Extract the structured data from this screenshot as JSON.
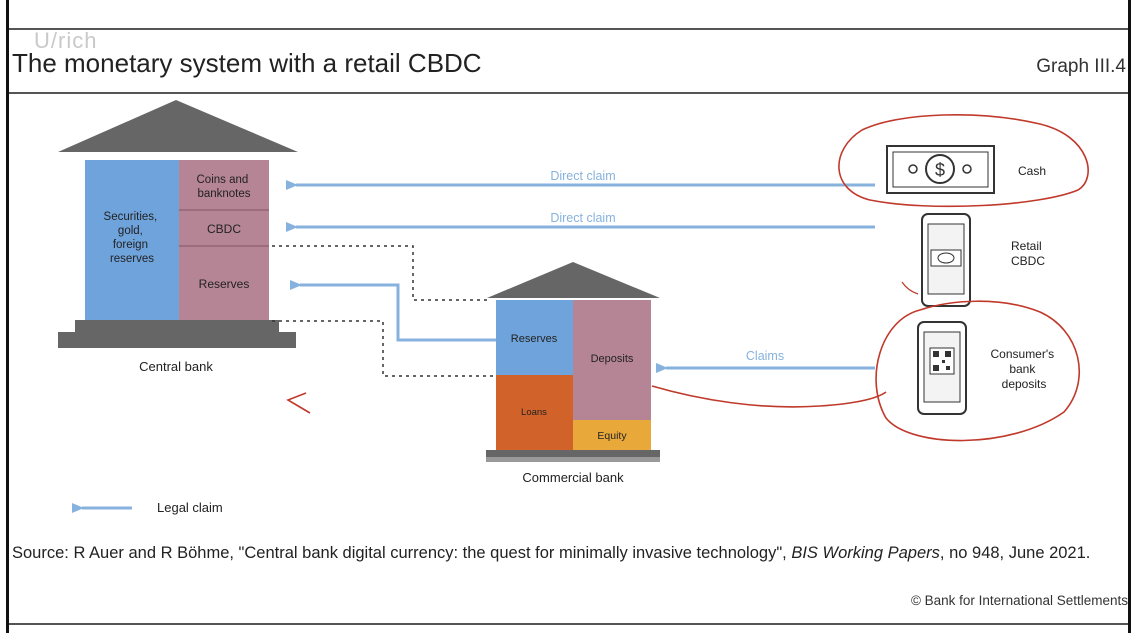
{
  "header": {
    "watermark": "U/rich",
    "title": "The monetary system with a retail CBDC",
    "graph_number": "Graph III.4"
  },
  "central_bank": {
    "assets_label": [
      "Securities,",
      "gold,",
      "foreign",
      "reserves"
    ],
    "liabilities": [
      {
        "label_lines": [
          "Coins and",
          "banknotes"
        ]
      },
      {
        "label_lines": [
          "CBDC"
        ]
      },
      {
        "label_lines": [
          "Reserves"
        ]
      }
    ],
    "caption": "Central bank"
  },
  "commercial_bank": {
    "assets": [
      {
        "label_lines": [
          "Reserves"
        ]
      },
      {
        "label_lines": [
          "Loans"
        ]
      }
    ],
    "liabilities": [
      {
        "label_lines": [
          "Deposits"
        ]
      },
      {
        "label_lines": [
          "Equity"
        ]
      }
    ],
    "caption": "Commercial bank"
  },
  "claims": {
    "cash_claim": "Direct claim",
    "cbdc_claim": "Direct claim",
    "deposit_claim": "Claims"
  },
  "holders": {
    "cash": {
      "label_lines": [
        "Cash"
      ]
    },
    "retail_cbdc": {
      "label_lines": [
        "Retail",
        "CBDC"
      ]
    },
    "deposits": {
      "label_lines": [
        "Consumer's",
        "bank",
        "deposits"
      ]
    }
  },
  "legend": {
    "legal_claim": "Legal claim"
  },
  "footer": {
    "source_prefix": "Source: R Auer and R Böhme, \"Central bank digital currency: the quest for minimally invasive technology\", ",
    "source_journal": "BIS Working Papers",
    "source_suffix": ", no 948, June 2021.",
    "copyright": "© Bank for International Settlements"
  },
  "colors": {
    "assets_blue": "#6fa3dc",
    "liabilities_pink": "#b58596",
    "loans_orange": "#d0622a",
    "equity_yellow": "#e9a93a",
    "roof_gray": "#666666",
    "arrow_blue": "#86b2dd",
    "annotation_red": "#c0392b"
  }
}
